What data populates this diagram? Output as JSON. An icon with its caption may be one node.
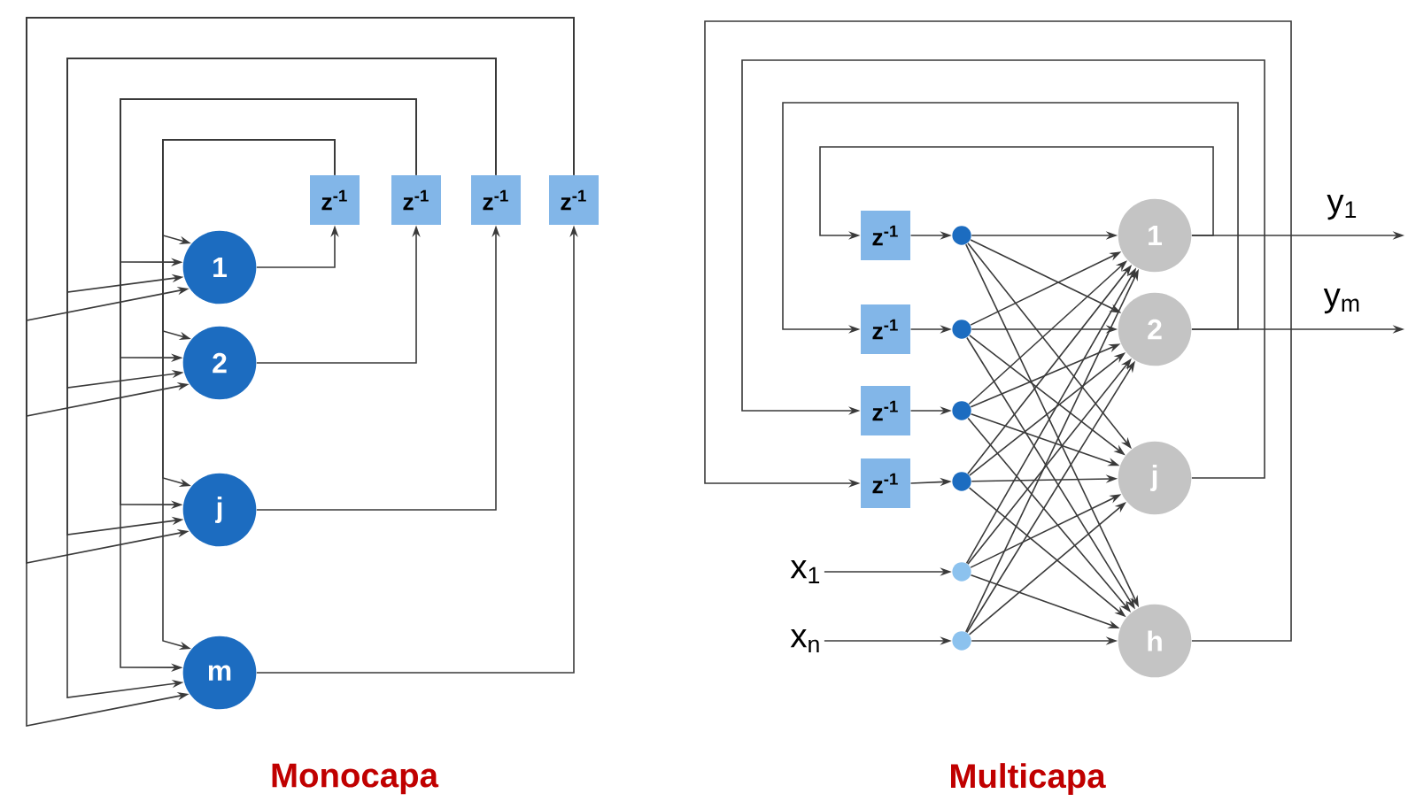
{
  "diagram": {
    "nodes": [
      {
        "text": [
          "1"
        ]
      },
      {
        "text": [
          "2"
        ]
      },
      {
        "text": [
          "j"
        ]
      },
      {
        "text": [
          "m"
        ]
      },
      {
        "text": [
          "z$^{-1}$"
        ]
      },
      {
        "text": [
          "z$^{-1}$"
        ]
      },
      {
        "text": [
          "z$^{-1}$"
        ]
      },
      {
        "text": [
          "z$^{-1}$"
        ]
      },
      {
        "text": [
          "z$^{-1}$"
        ]
      },
      {
        "text": [
          "z$^{-1}$"
        ]
      },
      {
        "text": [
          "z$^{-1}$"
        ]
      },
      {
        "text": [
          "z$^{-1}$"
        ]
      },
      {
        "text": [],
        "shape": "circle"
      },
      {
        "text": [],
        "shape": "circle"
      },
      {
        "text": [],
        "shape": "circle"
      },
      {
        "text": [],
        "shape": "circle"
      },
      {
        "text": [],
        "shape": "circle"
      },
      {
        "text": [],
        "shape": "circle"
      },
      {
        "text": [
          "x$_{1}$"
        ]
      },
      {
        "text": [
          "x$_{n}$"
        ]
      },
      {
        "text": [
          "1"
        ]
      },
      {
        "text": [
          "2"
        ]
      },
      {
        "text": [
          "j"
        ]
      },
      {
        "text": [
          "h"
        ]
      }
    ],
    "edges": [
      {
        "from": 0,
        "to": 4,
        "arrow": "to"
      },
      {
        "from": 1,
        "to": 5,
        "arrow": "to"
      },
      {
        "from": 2,
        "to": 6,
        "arrow": "to"
      },
      {
        "from": 3,
        "to": 7,
        "arrow": "to"
      },
      {
        "from": 4,
        "to": 0,
        "arrow": "to"
      },
      {
        "from": 4,
        "to": 1,
        "arrow": "to"
      },
      {
        "from": 4,
        "to": 2,
        "arrow": "to"
      },
      {
        "from": 4,
        "to": 3,
        "arrow": "to"
      },
      {
        "from": 5,
        "to": 0,
        "arrow": "to"
      },
      {
        "from": 5,
        "to": 1,
        "arrow": "to"
      },
      {
        "from": 5,
        "to": 2,
        "arrow": "to"
      },
      {
        "from": 5,
        "to": 3,
        "arrow": "to"
      },
      {
        "from": 6,
        "to": 0,
        "arrow": "to"
      },
      {
        "from": 6,
        "to": 1,
        "arrow": "to"
      },
      {
        "from": 6,
        "to": 2,
        "arrow": "to"
      },
      {
        "from": 6,
        "to": 3,
        "arrow": "to"
      },
      {
        "from": 7,
        "to": 0,
        "arrow": "to"
      },
      {
        "from": 7,
        "to": 1,
        "arrow": "to"
      },
      {
        "from": 7,
        "to": 2,
        "arrow": "to"
      },
      {
        "from": 7,
        "to": 3,
        "arrow": "to"
      },
      {
        "from": 8,
        "to": 12,
        "arrow": "to"
      },
      {
        "from": 9,
        "to": 13,
        "arrow": "to"
      },
      {
        "from": 10,
        "to": 14,
        "arrow": "to"
      },
      {
        "from": 11,
        "to": 15,
        "arrow": "to"
      },
      {
        "from": 18,
        "to": 16,
        "arrow": "to"
      },
      {
        "from": 19,
        "to": 17,
        "arrow": "to"
      },
      {
        "from": 12,
        "to": 20,
        "arrow": "to"
      },
      {
        "from": 12,
        "to": 21,
        "arrow": "to"
      },
      {
        "from": 12,
        "to": 22,
        "arrow": "to"
      },
      {
        "from": 12,
        "to": 23,
        "arrow": "to"
      },
      {
        "from": 13,
        "to": 20,
        "arrow": "to"
      },
      {
        "from": 13,
        "to": 21,
        "arrow": "to"
      },
      {
        "from": 13,
        "to": 22,
        "arrow": "to"
      },
      {
        "from": 13,
        "to": 23,
        "arrow": "to"
      },
      {
        "from": 14,
        "to": 20,
        "arrow": "to"
      },
      {
        "from": 14,
        "to": 21,
        "arrow": "to"
      },
      {
        "from": 14,
        "to": 22,
        "arrow": "to"
      },
      {
        "from": 14,
        "to": 23,
        "arrow": "to"
      },
      {
        "from": 15,
        "to": 20,
        "arrow": "to"
      },
      {
        "from": 15,
        "to": 21,
        "arrow": "to"
      },
      {
        "from": 15,
        "to": 22,
        "arrow": "to"
      },
      {
        "from": 15,
        "to": 23,
        "arrow": "to"
      },
      {
        "from": 16,
        "to": 20,
        "arrow": "to"
      },
      {
        "from": 16,
        "to": 21,
        "arrow": "to"
      },
      {
        "from": 16,
        "to": 22,
        "arrow": "to"
      },
      {
        "from": 16,
        "to": 23,
        "arrow": "to"
      },
      {
        "from": 17,
        "to": 20,
        "arrow": "to"
      },
      {
        "from": 17,
        "to": 21,
        "arrow": "to"
      },
      {
        "from": 17,
        "to": 22,
        "arrow": "to"
      },
      {
        "from": 17,
        "to": 23,
        "arrow": "to"
      },
      {
        "from": 20,
        "to": 8,
        "arrow": "to"
      },
      {
        "from": 21,
        "to": 9,
        "arrow": "to"
      },
      {
        "from": 22,
        "to": 10,
        "arrow": "to"
      },
      {
        "from": 23,
        "to": 11,
        "arrow": "to"
      },
      {
        "from": 20,
        "to": null,
        "arrow": "to",
        "label": "y$_{1}$"
      },
      {
        "from": 21,
        "to": null,
        "arrow": "to",
        "label": "y$_{m}$"
      }
    ],
    "labels": [
      "Monocapa",
      "Multicapa"
    ]
  }
}
